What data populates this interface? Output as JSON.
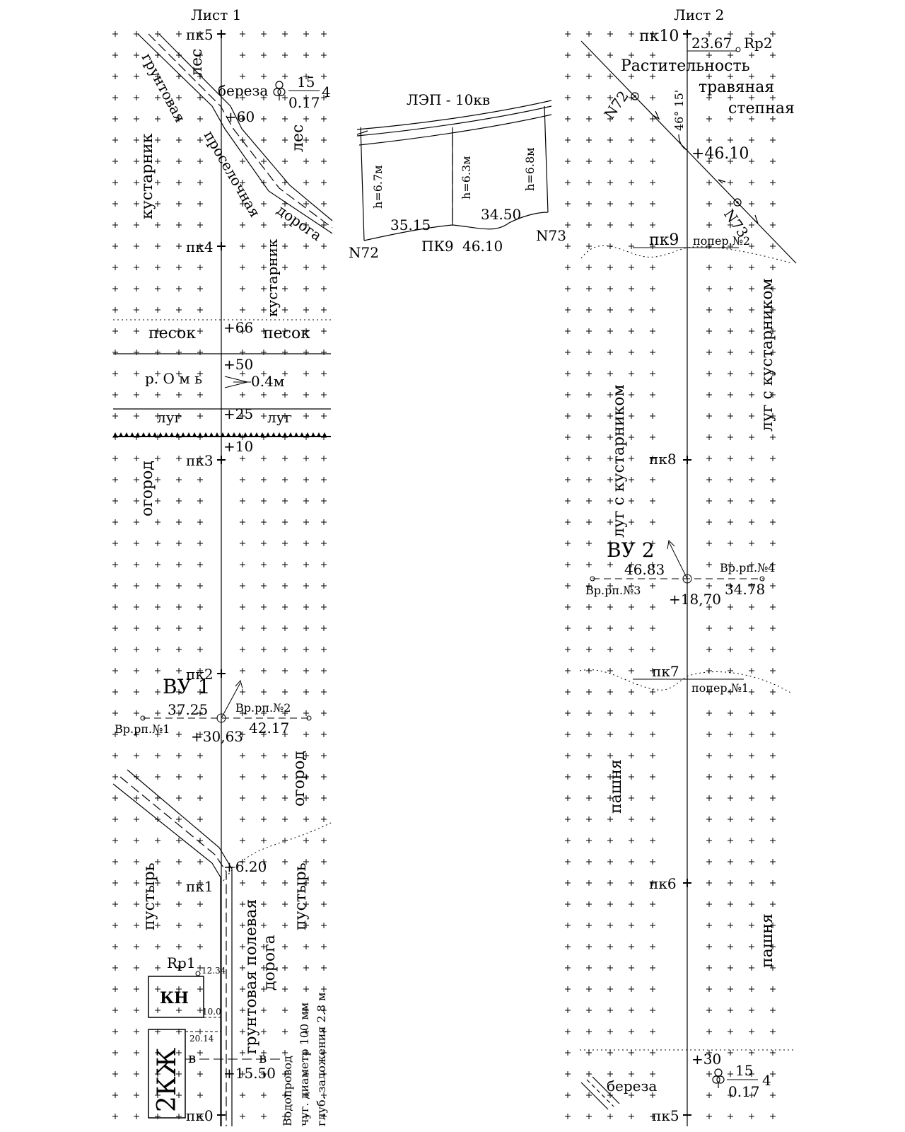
{
  "sheet1": {
    "title": "Лист 1",
    "stations": [
      "пк5",
      "пк4",
      "пк3",
      "пк2",
      "пк1",
      "пк0"
    ],
    "plus": {
      "p60": "+60",
      "p66": "+66",
      "p50": "+50",
      "p25": "+25",
      "p10": "+10",
      "p3063": "+30,63",
      "p620": "+6.20",
      "p1550": "+15.50"
    },
    "areas": {
      "forest_top": "лес",
      "forest_right": "лес",
      "shrub_left": "кустарник",
      "shrub_right": "кустарник",
      "sand_left": "песок",
      "sand_right": "песок",
      "river": "р. О м ь",
      "river_depth": "0.4м",
      "meadow_left": "луг",
      "meadow_right": "луг",
      "garden_top": "огород",
      "garden_bottom": "огород",
      "waste_left": "пустырь",
      "waste_right": "пустырь"
    },
    "roads": {
      "dirt_word1": "грунтовая",
      "dirt_word2": "проселочная",
      "dirt_word3": "дорога",
      "field_road1": "грунтовая полевая",
      "field_road2": "дорога"
    },
    "tree": {
      "name": "береза",
      "num": "15",
      "den": "0.17",
      "count": "4"
    },
    "vu": {
      "label": "ВУ 1",
      "left_dist": "37.25",
      "right_dist": "42.17",
      "bench_left": "Вр.рп.№1",
      "bench_right": "Вр.рп.№2"
    },
    "rp": {
      "label": "Rp1",
      "elev": "12.34"
    },
    "buildings": {
      "kn": "КН",
      "kzh": "2КЖ",
      "d1": "10.0",
      "d2": "20.14"
    },
    "water_mark": "в",
    "pipe": {
      "line1": "Водопровод",
      "line2": "чуг. диаметр 100 мм",
      "line3": "глуб. заложения 2.8 м"
    }
  },
  "profile": {
    "title": "ЛЭП - 10кв",
    "h1": "h=6.7м",
    "h2": "h=6.3м",
    "h3": "h=6.8м",
    "d1": "35.15",
    "d2": "34.50",
    "n72": "N72",
    "pk9": "ПК9",
    "n73": "N73",
    "p4610": "46.10"
  },
  "sheet2": {
    "title": "Лист 2",
    "stations": [
      "пк10",
      "пк9",
      "пк8",
      "пк7",
      "пк6",
      "пк5"
    ],
    "rp": {
      "dist": "23.67",
      "label": "Rp2"
    },
    "veg": {
      "line1": "Растительность",
      "line2": "травяная",
      "line3": "степная"
    },
    "angle": "46° 15'",
    "n72": "N72",
    "n73": "N73",
    "p4610": "+46.10",
    "cross2": "попер.№2",
    "cross1": "попер.№1",
    "meadow_left": "луг с кустарником",
    "meadow_right": "луг с кустарником",
    "vu": {
      "label": "ВУ 2",
      "left_dist": "46.83",
      "right_dist": "34.78",
      "bench_left": "Вр.рп.№3",
      "bench_right": "Вр.рп.№4",
      "plus": "+18,70"
    },
    "arable_left": "пашня",
    "arable_right": "пашня",
    "p30": "+30",
    "tree": {
      "name": "береза",
      "num": "15",
      "den": "0.17",
      "count": "4"
    }
  }
}
